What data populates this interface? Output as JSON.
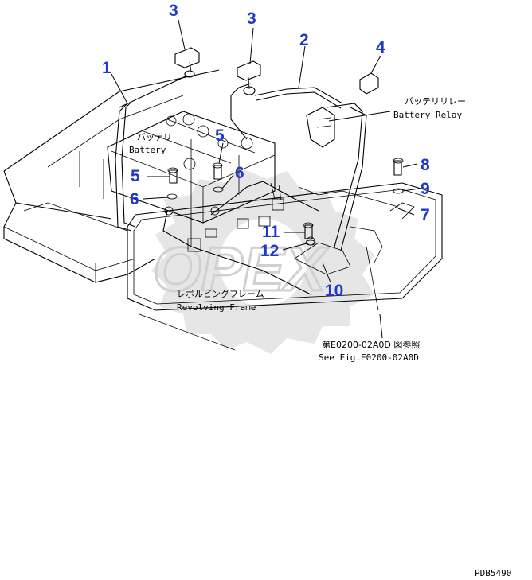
{
  "callouts": [
    {
      "id": "1",
      "label": "1"
    },
    {
      "id": "2",
      "label": "2"
    },
    {
      "id": "3a",
      "label": "3"
    },
    {
      "id": "3b",
      "label": "3"
    },
    {
      "id": "4",
      "label": "4"
    },
    {
      "id": "5a",
      "label": "5"
    },
    {
      "id": "5b",
      "label": "5"
    },
    {
      "id": "6a",
      "label": "6"
    },
    {
      "id": "6b",
      "label": "6"
    },
    {
      "id": "7",
      "label": "7"
    },
    {
      "id": "8",
      "label": "8"
    },
    {
      "id": "9",
      "label": "9"
    },
    {
      "id": "10",
      "label": "10"
    },
    {
      "id": "11",
      "label": "11"
    },
    {
      "id": "12",
      "label": "12"
    }
  ],
  "captions": {
    "battery_relay_jp": "バッテリリレー",
    "battery_relay_en": "Battery Relay",
    "battery_jp": "バッテリ",
    "battery_en": "Battery",
    "frame_jp": "レボルビングフレーム",
    "frame_en": "Revolving Frame",
    "see_fig_jp": "第E0200-02A0D 図参照",
    "see_fig_en": "See Fig.E0200-02A0D"
  },
  "watermark": "OPEX",
  "page_code": "PDB5490",
  "colors": {
    "callout": "#1f39c8",
    "line": "#000000",
    "watermark": "#e6e6e6"
  }
}
